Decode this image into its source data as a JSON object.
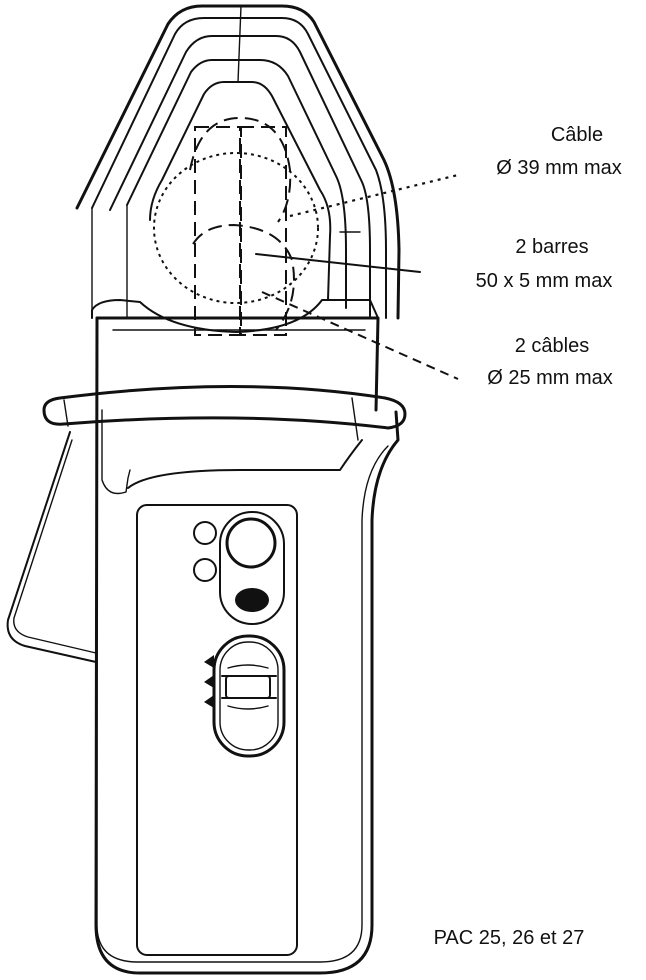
{
  "labels": {
    "cable_line1": "Câble",
    "cable_line2": "Ø 39 mm max",
    "bars_line1": "2 barres",
    "bars_line2": "50 x 5 mm max",
    "cables_line1": "2 câbles",
    "cables_line2": "Ø 25 mm max",
    "model": "PAC 25, 26 et 27"
  }
}
